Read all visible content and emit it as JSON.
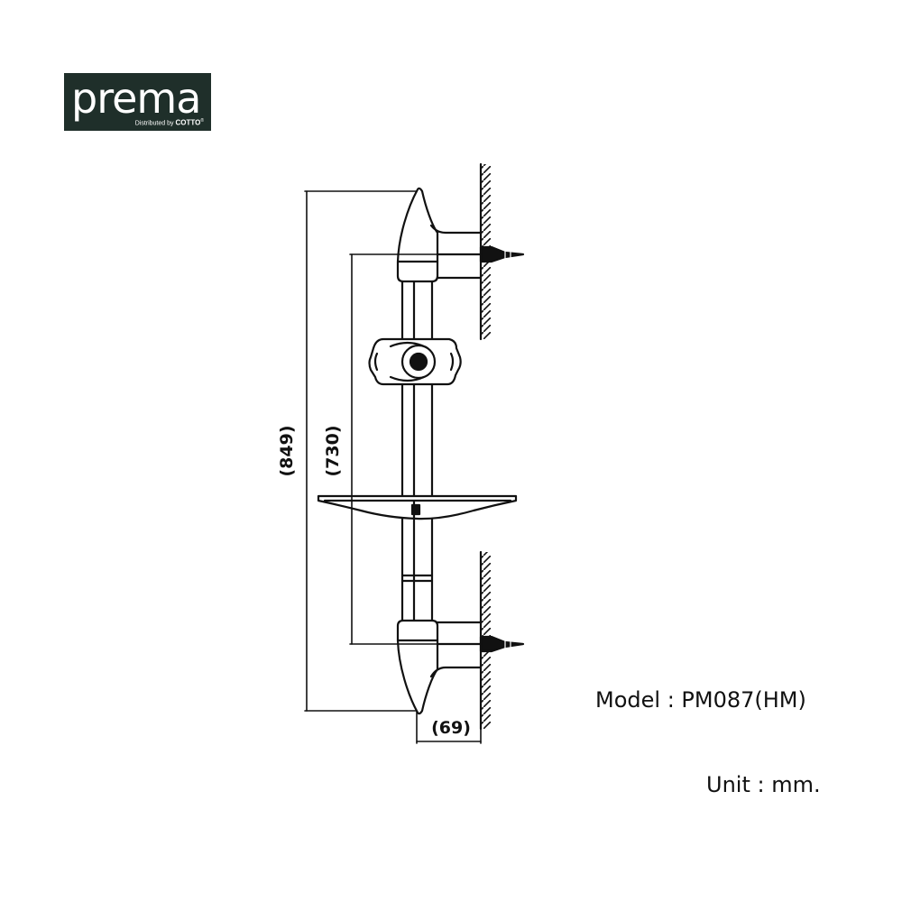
{
  "logo": {
    "brand": "prema",
    "distributed_by": "Distributed by",
    "distributor": "COTTO",
    "reg_mark": "®"
  },
  "dimensions": {
    "overall_height": "(849)",
    "mount_spacing": "(730)",
    "wall_projection": "(69)"
  },
  "model_text": "Model : PM087(HM)",
  "unit_text": "Unit : mm.",
  "colors": {
    "logo_bg": "#1f2f2a",
    "line": "#111111"
  }
}
